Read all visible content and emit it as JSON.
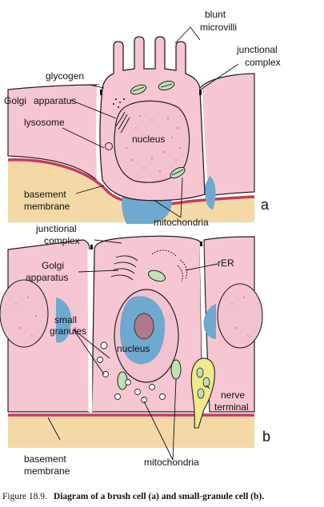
{
  "colors": {
    "cytoplasm": "#f6c6d3",
    "nucleus": "#f3c2cf",
    "basement": "#c93a5c",
    "connective": "#f4d9a6",
    "blue_cell": "#6fa9cf",
    "mitochondria": "#bfe2b5",
    "granule_fill": "#ffffff",
    "nerve": "#f1e98a",
    "white_border": "#ffffff"
  },
  "panel_a": {
    "letter": "a",
    "labels": {
      "blunt": "blunt",
      "microvilli": "microvilli",
      "junctional": "junctional",
      "complex": "complex",
      "glycogen": "glycogen",
      "golgi": "Golgi",
      "apparatus": "apparatus",
      "lysosome": "lysosome",
      "nucleus": "nucleus",
      "basement": "basement",
      "membrane": "membrane",
      "mitochondria": "mitochondria"
    }
  },
  "panel_b": {
    "letter": "b",
    "labels": {
      "junctional": "junctional",
      "complex": "complex",
      "golgi": "Golgi",
      "apparatus": "apparatus",
      "rer": "rER",
      "small": "small",
      "granules": "granules",
      "nucleus": "nucleus",
      "nerve": "nerve",
      "terminal": "terminal",
      "basement": "basement",
      "membrane": "membrane",
      "mitochondria": "mitochondria"
    }
  },
  "caption": {
    "figure_number": "Figure 18.9.",
    "title": "Diagram of a brush cell (a) and small-granule cell (b)."
  }
}
